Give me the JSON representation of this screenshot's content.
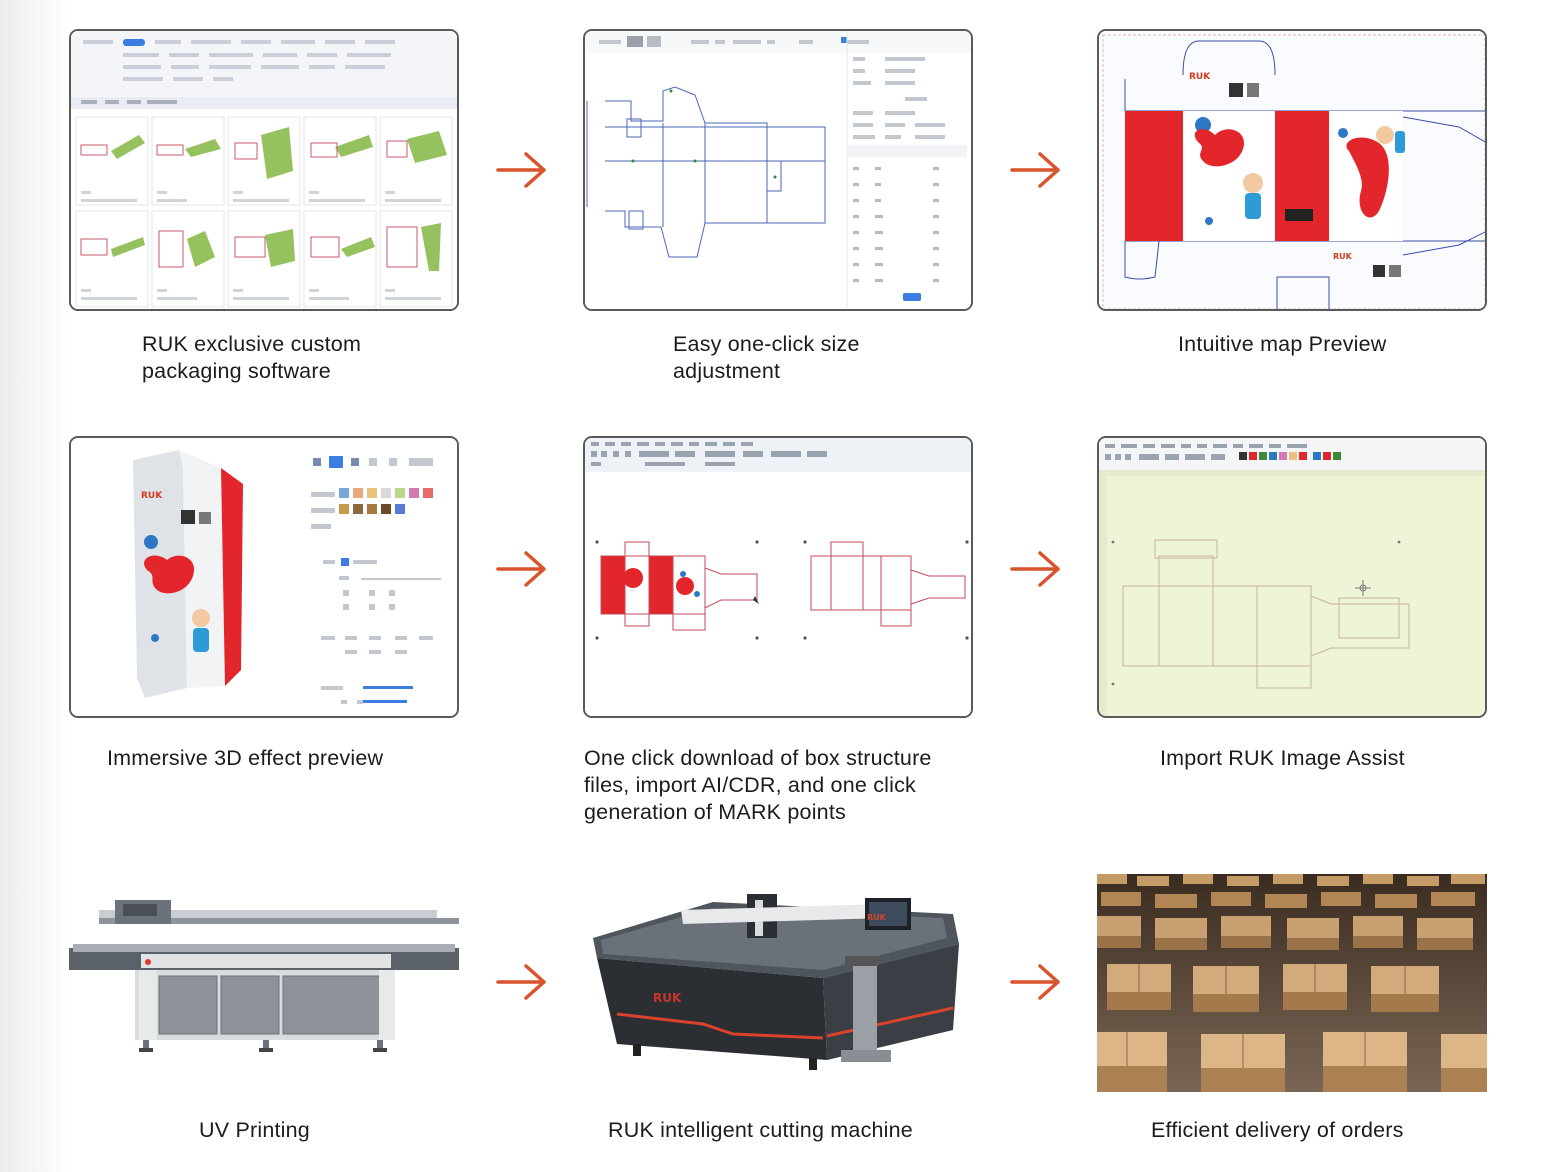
{
  "steps": [
    {
      "caption": "RUK exclusive custom\npackaging software"
    },
    {
      "caption": "Easy one-click size\nadjustment"
    },
    {
      "caption": "Intuitive map Preview"
    },
    {
      "caption": "Immersive 3D effect preview"
    },
    {
      "caption": "One click download of box structure\nfiles, import AI/CDR, and one click\ngeneration of MARK points"
    },
    {
      "caption": "Import RUK Image Assist"
    },
    {
      "caption": "UV Printing"
    },
    {
      "caption": "RUK intelligent cutting machine"
    },
    {
      "caption": "Efficient delivery of orders"
    }
  ],
  "brand_text": "RUK",
  "colors": {
    "arrow": "#d9532c",
    "frame_border": "#5a5a5a",
    "box_red": "#e2262b",
    "box_green": "#8fbf55",
    "import_bg": "#eef4d6",
    "cardboard": "#b48a5c"
  },
  "icons": [
    "right-arrow-icon"
  ]
}
